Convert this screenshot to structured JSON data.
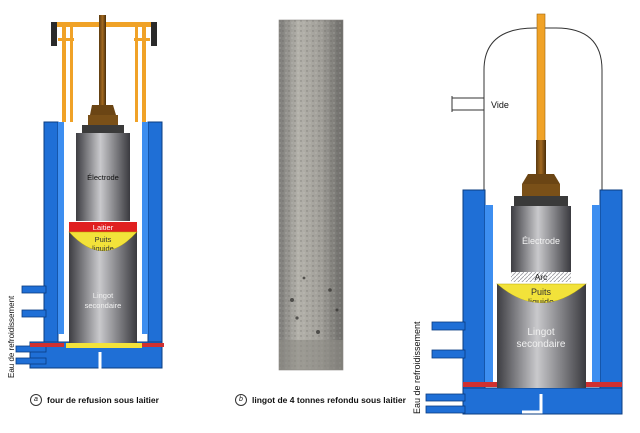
{
  "diagram_a": {
    "side_label": "Eau de refroidissement",
    "electrode": "Électrode",
    "slag": "Laitier",
    "pool_line1": "Puits",
    "pool_line2": "liquide",
    "ingot_line1": "Lingot",
    "ingot_line2": "secondaire"
  },
  "photo_b": {},
  "diagram_c": {
    "vacuum": "Vide",
    "side_label": "Eau de refroidissement",
    "electrode": "Électrode",
    "arc": "Arc",
    "pool_line1": "Puits",
    "pool_line2": "liquide",
    "ingot_line1": "Lingot",
    "ingot_line2": "secondaire"
  },
  "captions": [
    {
      "badge": "a",
      "text": "four de refusion sous laitier"
    },
    {
      "badge": "b",
      "text": "lingot de 4 tonnes refondu sous laitier"
    }
  ],
  "colors": {
    "water_jacket": "#1f6fd6",
    "electrode_holder": "#e8a020",
    "slag": "#e02020",
    "liquid_pool": "#f2e23a",
    "ingot": "#5a5a5e",
    "cooling_pipes": "#d03030"
  }
}
